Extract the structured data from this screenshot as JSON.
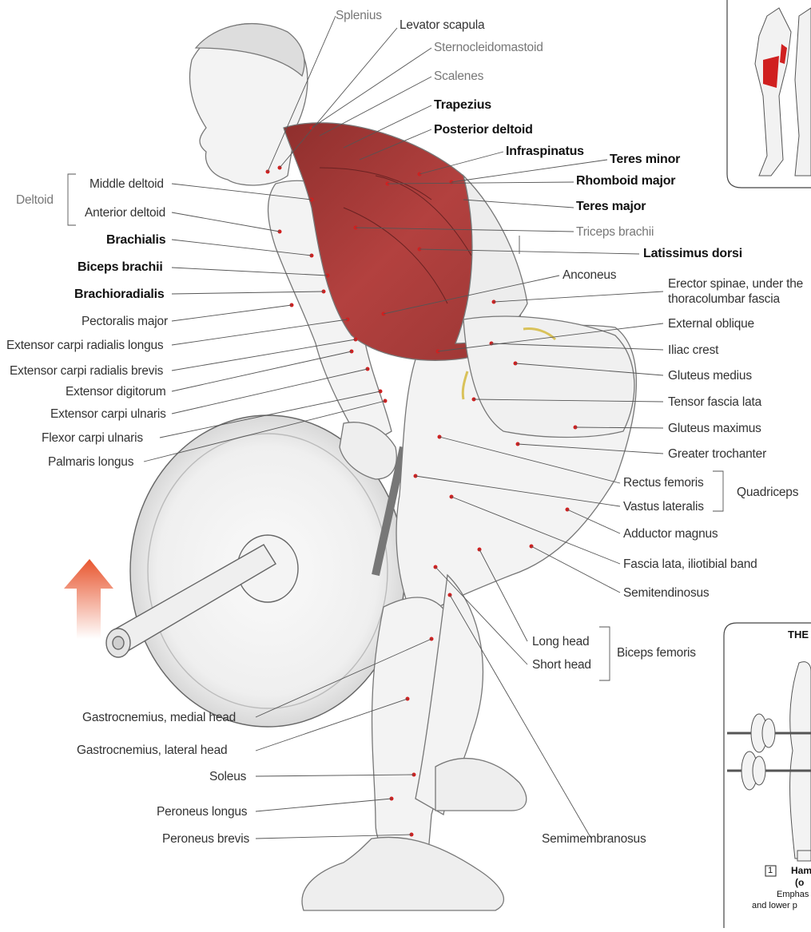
{
  "labels_right_top": {
    "splenius": "Splenius",
    "levator_scapula": "Levator scapula",
    "sternocleidomastoid": "Sternocleidomastoid",
    "scalenes": "Scalenes",
    "trapezius": "Trapezius",
    "posterior_deltoid": "Posterior deltoid",
    "infraspinatus": "Infraspinatus",
    "teres_minor": "Teres minor",
    "rhomboid_major": "Rhomboid major",
    "teres_major": "Teres major",
    "triceps_brachii": "Triceps brachii",
    "latissimus_dorsi": "Latissimus dorsi",
    "anconeus": "Anconeus",
    "erector_spinae_1": "Erector spinae, under the",
    "erector_spinae_2": "thoracolumbar fascia",
    "external_oblique": "External oblique",
    "iliac_crest": "Iliac crest",
    "gluteus_medius": "Gluteus medius",
    "tensor_fascia_lata": "Tensor fascia lata",
    "gluteus_maximus": "Gluteus maximus",
    "greater_trochanter": "Greater trochanter",
    "rectus_femoris": "Rectus femoris",
    "vastus_lateralis": "Vastus lateralis",
    "quadriceps": "Quadriceps",
    "adductor_magnus": "Adductor magnus",
    "fascia_lata": "Fascia lata, iliotibial band",
    "semitendinosus": "Semitendinosus",
    "long_head": "Long head",
    "short_head": "Short head",
    "biceps_femoris": "Biceps femoris",
    "semimembranosus": "Semimembranosus"
  },
  "labels_left": {
    "deltoid": "Deltoid",
    "middle_deltoid": "Middle deltoid",
    "anterior_deltoid": "Anterior deltoid",
    "brachialis": "Brachialis",
    "biceps_brachii": "Biceps brachii",
    "brachioradialis": "Brachioradialis",
    "pectoralis_major": "Pectoralis major",
    "ecr_longus": "Extensor carpi radialis longus",
    "ecr_brevis": "Extensor carpi radialis brevis",
    "extensor_digitorum": "Extensor digitorum",
    "extensor_carpi_ulnaris": "Extensor carpi ulnaris",
    "flexor_carpi_ulnaris": "Flexor carpi ulnaris",
    "palmaris_longus": "Palmaris longus",
    "gastroc_medial": "Gastrocnemius, medial head",
    "gastroc_lateral": "Gastrocnemius, lateral head",
    "soleus": "Soleus",
    "peroneus_longus": "Peroneus longus",
    "peroneus_brevis": "Peroneus brevis"
  },
  "inset_bottom": {
    "title": "THE",
    "number": "1",
    "caption_1": "Ham",
    "caption_2": "(o",
    "caption_3": "Emphas",
    "caption_4": "and lower p"
  },
  "colors": {
    "muscle_red": "#b3413f",
    "muscle_dark": "#7a2a2a",
    "arrow": "#e8552e",
    "line": "#555555",
    "label_light": "#777777",
    "label": "#333333",
    "label_bold": "#111111"
  },
  "icons": {
    "arrow": "up-arrow-icon"
  }
}
